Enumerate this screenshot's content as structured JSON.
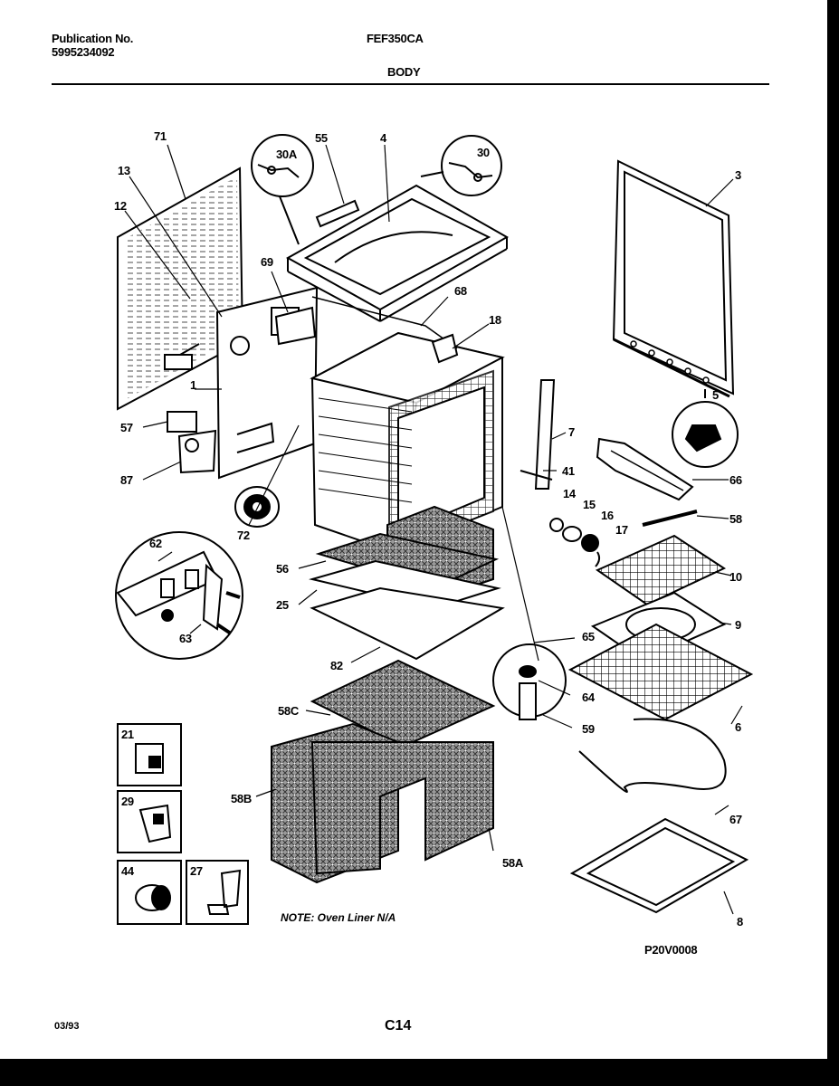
{
  "header": {
    "publication_label": "Publication No.",
    "publication_number": "5995234092",
    "model": "FEF350CA",
    "section": "BODY"
  },
  "callouts": {
    "c71": "71",
    "c13": "13",
    "c12": "12",
    "c69": "69",
    "c1": "1",
    "c57": "57",
    "c87": "87",
    "c72": "72",
    "c30a": "30A",
    "c55": "55",
    "c4": "4",
    "c30": "30",
    "c68": "68",
    "c18": "18",
    "c3": "3",
    "c5": "5",
    "c7": "7",
    "c41": "41",
    "c66": "66",
    "c14": "14",
    "c15": "15",
    "c16": "16",
    "c17": "17",
    "c58": "58",
    "c10": "10",
    "c9": "9",
    "c6": "6",
    "c65": "65",
    "c64": "64",
    "c59": "59",
    "c67": "67",
    "c8": "8",
    "c62": "62",
    "c63": "63",
    "c56": "56",
    "c25": "25",
    "c82": "82",
    "c58c": "58C",
    "c58b": "58B",
    "c58a": "58A",
    "c21": "21",
    "c29": "29",
    "c44": "44",
    "c27": "27"
  },
  "note": "NOTE: Oven Liner N/A",
  "drawing_code": "P20V0008",
  "footer": {
    "date": "03/93",
    "page": "C14"
  }
}
